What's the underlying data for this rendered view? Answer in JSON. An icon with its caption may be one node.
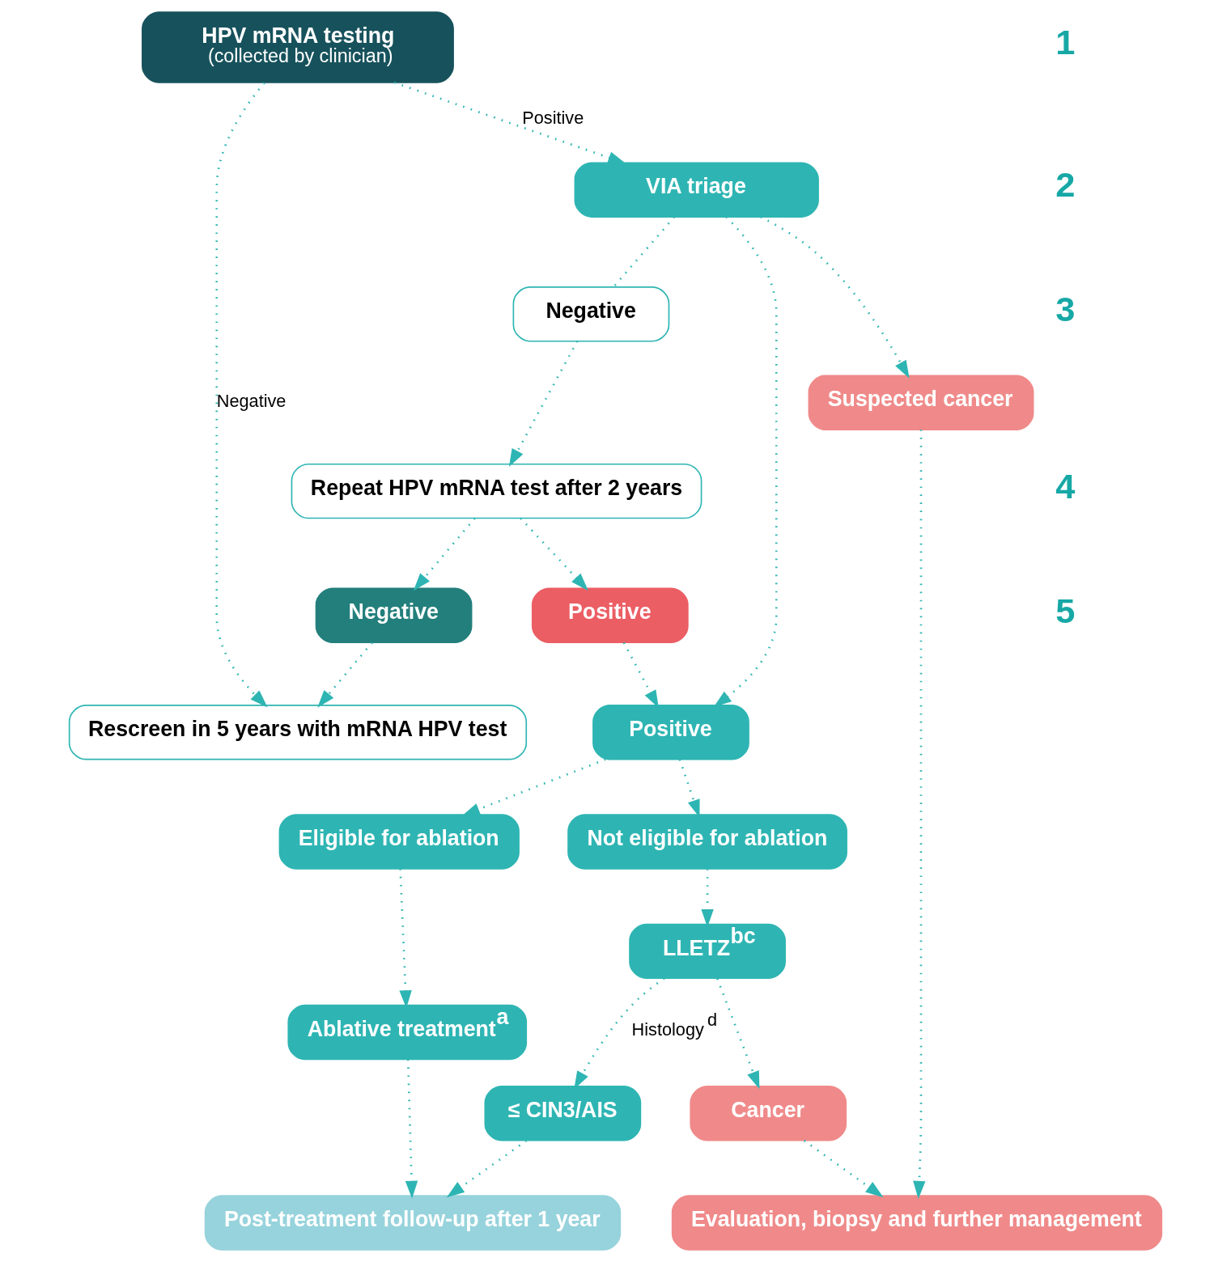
{
  "diagram": {
    "nodes": [
      {
        "text": [
          "HPV mRNA testing",
          "(collected by clinician)"
        ]
      },
      {
        "text": [
          "Rescreen in 5 years with mRNA HPV test"
        ]
      },
      {
        "text": [
          "VIA triage"
        ]
      },
      {
        "text": [
          "Negative"
        ]
      },
      {
        "text": [
          "Positive"
        ]
      },
      {
        "text": [
          "Suspected cancer"
        ]
      },
      {
        "text": [
          "Negative"
        ]
      },
      {
        "text": [
          "Repeat HPV mRNA test after 2 years"
        ]
      },
      {
        "text": [
          "Evaluation, biopsy and further management"
        ]
      },
      {
        "text": [
          "Eligible for ablation"
        ]
      },
      {
        "text": [
          "Not eligible for ablation"
        ]
      },
      {
        "text": [
          "Ablative treatment$^{a}$"
        ]
      },
      {
        "text": [
          "LLETZ$^{bc}$"
        ]
      },
      {
        "text": [
          "Positive"
        ]
      },
      {
        "text": [
          "≤ CIN3/AIS"
        ]
      },
      {
        "text": [
          "Cancer"
        ]
      },
      {
        "text": [
          "Post-treatment follow-up after 1 year"
        ]
      }
    ],
    "edges": [
      {
        "from": 0,
        "to": 1,
        "arrow": "to",
        "label": "Negative"
      },
      {
        "from": 0,
        "to": 2,
        "arrow": "to",
        "label": "Positive"
      },
      {
        "from": 2,
        "to": 3,
        "arrow": "none"
      },
      {
        "from": 2,
        "to": 4,
        "arrow": "to"
      },
      {
        "from": 2,
        "to": 5,
        "arrow": "to"
      },
      {
        "from": 3,
        "to": 7,
        "arrow": "to"
      },
      {
        "from": 7,
        "to": 6,
        "arrow": "to"
      },
      {
        "from": 6,
        "to": 1,
        "arrow": "to"
      },
      {
        "from": 7,
        "to": 13,
        "arrow": "to"
      },
      {
        "from": 13,
        "to": 4,
        "arrow": "to"
      },
      {
        "from": 4,
        "to": 9,
        "arrow": "to"
      },
      {
        "from": 4,
        "to": 10,
        "arrow": "to"
      },
      {
        "from": 5,
        "to": 8,
        "arrow": "to"
      },
      {
        "from": 9,
        "to": 11,
        "arrow": "to"
      },
      {
        "from": 10,
        "to": 12,
        "arrow": "to"
      },
      {
        "from": 12,
        "to": 14,
        "arrow": "to",
        "label": "Histology$^{d}$"
      },
      {
        "from": 12,
        "to": 15,
        "arrow": "to"
      },
      {
        "from": 11,
        "to": 16,
        "arrow": "to"
      },
      {
        "from": 14,
        "to": 16,
        "arrow": "to"
      },
      {
        "from": 15,
        "to": 8,
        "arrow": "to"
      }
    ],
    "labels": [
      "1",
      "2",
      "3",
      "4",
      "5"
    ]
  }
}
